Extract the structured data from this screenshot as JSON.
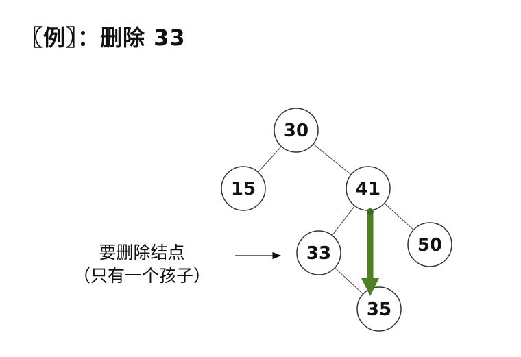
{
  "title": "〖例〗：删除 33",
  "note": {
    "line1": "要删除结点",
    "line2": "（只有一个孩子）"
  },
  "tree": {
    "nodes": [
      {
        "id": "n30",
        "label": "30"
      },
      {
        "id": "n15",
        "label": "15"
      },
      {
        "id": "n41",
        "label": "41"
      },
      {
        "id": "n33",
        "label": "33"
      },
      {
        "id": "n50",
        "label": "50"
      },
      {
        "id": "n35",
        "label": "35"
      }
    ],
    "edges": [
      [
        "n30",
        "n15"
      ],
      [
        "n30",
        "n41"
      ],
      [
        "n41",
        "n33"
      ],
      [
        "n41",
        "n50"
      ],
      [
        "n33",
        "n35"
      ]
    ],
    "highlight_move": {
      "from": "n41",
      "to": "n35"
    }
  },
  "colors": {
    "green_arrow": "#4e7f26",
    "green_arrow_dark": "#3b6a18"
  }
}
